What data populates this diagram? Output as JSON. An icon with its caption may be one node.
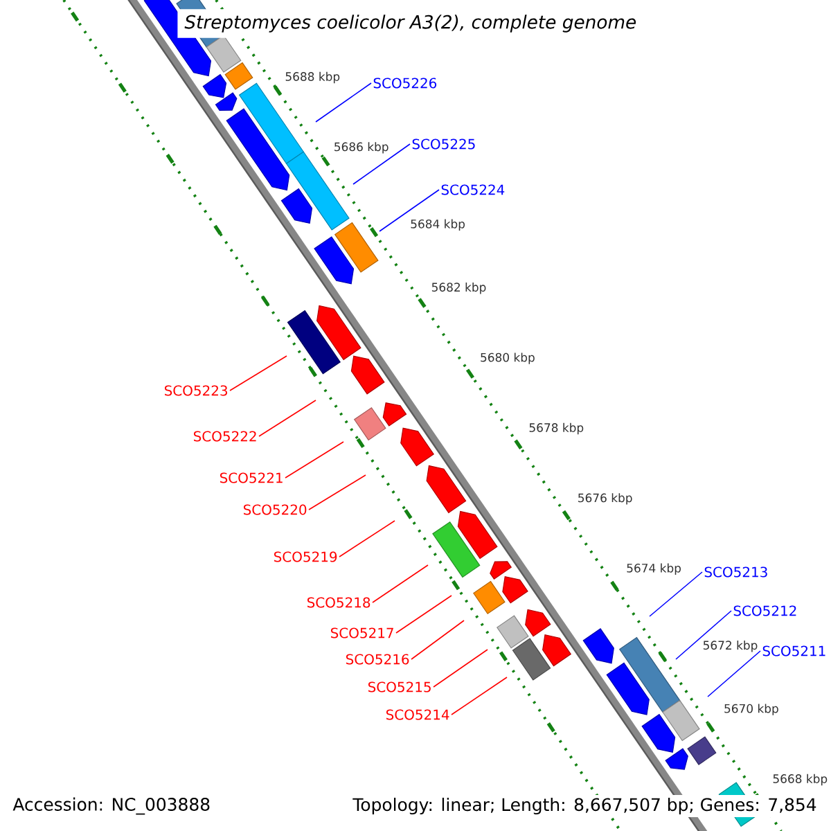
{
  "diagram": {
    "title": "Streptomyces coelicolor A3(2), complete genome",
    "nodes": [
      {
        "text": [
          "SCO5226"
        ]
      },
      {
        "text": [
          "SCO5225"
        ]
      },
      {
        "text": [
          "SCO5224"
        ]
      },
      {
        "text": [
          "SCO5223"
        ]
      },
      {
        "text": [
          "SCO5222"
        ]
      },
      {
        "text": [
          "SCO5221"
        ]
      },
      {
        "text": [
          "SCO5220"
        ]
      },
      {
        "text": [
          "SCO5219"
        ]
      },
      {
        "text": [
          "SCO5218"
        ]
      },
      {
        "text": [
          "SCO5217"
        ]
      },
      {
        "text": [
          "SCO5216"
        ]
      },
      {
        "text": [
          "SCO5215"
        ]
      },
      {
        "text": [
          "SCO5214"
        ]
      },
      {
        "text": [
          "SCO5213"
        ]
      },
      {
        "text": [
          "SCO5212"
        ]
      },
      {
        "text": [
          "SCO5211"
        ]
      }
    ],
    "edges": [
      {
        "from": 0,
        "to": null,
        "arrow": "none",
        "color": "#0000ff"
      },
      {
        "from": 1,
        "to": null,
        "arrow": "none",
        "color": "#0000ff"
      },
      {
        "from": 2,
        "to": null,
        "arrow": "none",
        "color": "#0000ff"
      },
      {
        "from": 3,
        "to": null,
        "arrow": "none",
        "color": "#ff0000"
      },
      {
        "from": 4,
        "to": null,
        "arrow": "none",
        "color": "#ff0000"
      },
      {
        "from": 5,
        "to": null,
        "arrow": "none",
        "color": "#ff0000"
      },
      {
        "from": 6,
        "to": null,
        "arrow": "none",
        "color": "#ff0000"
      },
      {
        "from": 7,
        "to": null,
        "arrow": "none",
        "color": "#ff0000"
      },
      {
        "from": 8,
        "to": null,
        "arrow": "none",
        "color": "#ff0000"
      },
      {
        "from": 9,
        "to": null,
        "arrow": "none",
        "color": "#ff0000"
      },
      {
        "from": 10,
        "to": null,
        "arrow": "none",
        "color": "#ff0000"
      },
      {
        "from": 11,
        "to": null,
        "arrow": "none",
        "color": "#ff0000"
      },
      {
        "from": 12,
        "to": null,
        "arrow": "none",
        "color": "#ff0000"
      },
      {
        "from": 13,
        "to": null,
        "arrow": "none",
        "color": "#0000ff"
      },
      {
        "from": 14,
        "to": null,
        "arrow": "none",
        "color": "#0000ff"
      },
      {
        "from": 15,
        "to": null,
        "arrow": "none",
        "color": "#0000ff"
      }
    ],
    "labels": [
      "5688 kbp",
      "5686 kbp",
      "5684 kbp",
      "5682 kbp",
      "5680 kbp",
      "5678 kbp",
      "5676 kbp",
      "5674 kbp",
      "5672 kbp",
      "5670 kbp",
      "5668 kbp",
      "Accession: NC_003888",
      "Topology: linear; Length: 8,667,507 bp; Genes: 7,854"
    ]
  }
}
